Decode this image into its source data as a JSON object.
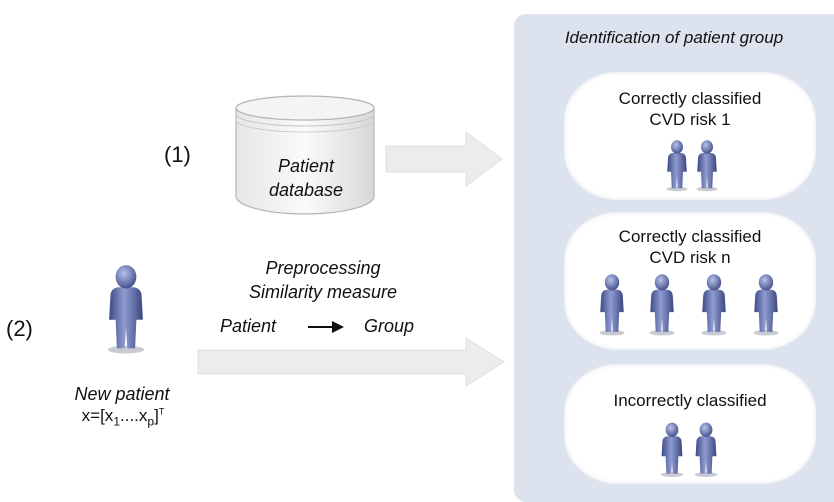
{
  "steps": {
    "step1": "(1)",
    "step2": "(2)"
  },
  "database": {
    "line1": "Patient",
    "line2": "database"
  },
  "new_patient": {
    "label": "New patient",
    "formula_prefix": "x=[x",
    "sub1": "1",
    "dots": "....x",
    "subp": "p",
    "formula_suffix": "]",
    "sup": "T"
  },
  "process": {
    "line1": "Preprocessing",
    "line2": "Similarity measure",
    "from": "Patient",
    "to": "Group"
  },
  "panel": {
    "title": "Identification of patient group",
    "groups": [
      {
        "line1": "Correctly classified",
        "line2": "CVD risk 1"
      },
      {
        "line1": "Correctly classified",
        "line2": "CVD risk n"
      },
      {
        "line1": "Incorrectly classified",
        "line2": ""
      }
    ]
  },
  "colors": {
    "panel": "#dde3ee",
    "person": "#6b79b0",
    "arrow": "#ececec"
  },
  "icons": [
    "database-icon",
    "person-icon",
    "arrow-right-icon"
  ]
}
